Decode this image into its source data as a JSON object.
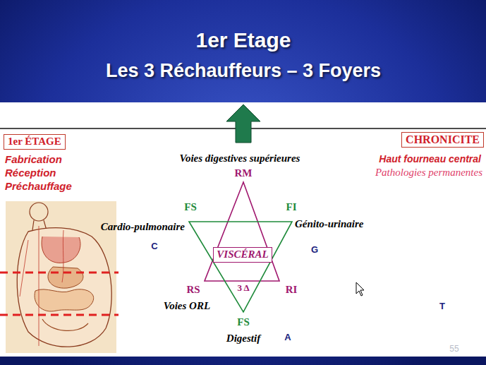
{
  "diagram": {
    "title": "1er Etage",
    "nodes": [
      {
        "text": [
          "1er ÉTAGE"
        ]
      },
      {
        "text": [
          "CHRONICITE"
        ]
      },
      {
        "text": [
          "VISCÉRAL"
        ]
      }
    ],
    "labels": [
      "Les 3 Réchauffeurs – 3 Foyers",
      "Fabrication",
      "Réception",
      "Préchauffage",
      "Haut fourneau central",
      "Pathologies permanentes",
      "Voies digestives supérieures",
      "RM",
      "FS",
      "Cardio-pulmonaire",
      "FI",
      "Génito-urinaire",
      "3 Δ",
      "RS",
      "Voies ORL",
      "RI",
      "FS",
      "Digestif",
      "C",
      "G",
      "T",
      "A",
      "55"
    ]
  }
}
